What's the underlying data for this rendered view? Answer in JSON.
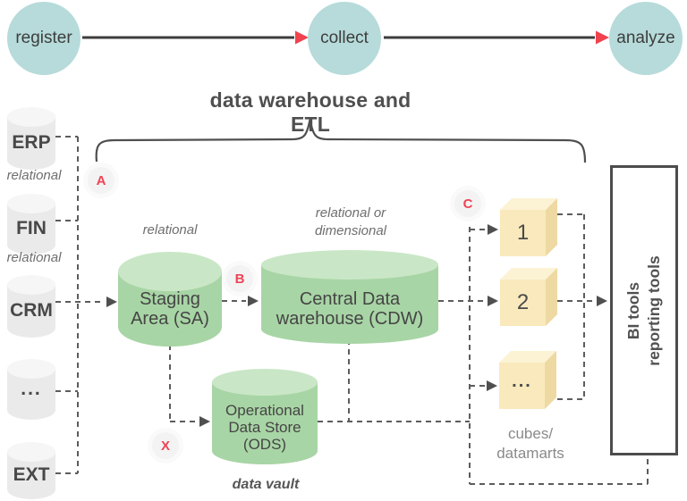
{
  "title": "data warehouse and ETL",
  "flow": {
    "steps": [
      {
        "label": "register"
      },
      {
        "label": "collect"
      },
      {
        "label": "analyze"
      }
    ]
  },
  "sources": {
    "items": [
      {
        "label": "ERP"
      },
      {
        "label": "FIN"
      },
      {
        "label": "CRM"
      },
      {
        "label": "..."
      },
      {
        "label": "EXT"
      }
    ],
    "type_label_1": "relational",
    "type_label_2": "relational"
  },
  "staging": {
    "type_label": "relational",
    "name_line1": "Staging",
    "name_line2": "Area (SA)"
  },
  "cdw": {
    "type_line1": "relational or",
    "type_line2": "dimensional",
    "name_line1": "Central Data",
    "name_line2": "warehouse (CDW)"
  },
  "ods": {
    "name_line1": "Operational",
    "name_line2": "Data Store",
    "name_line3": "(ODS)",
    "caption": "data vault"
  },
  "cubes": {
    "items": [
      {
        "label": "1"
      },
      {
        "label": "2"
      },
      {
        "label": "..."
      }
    ],
    "caption_line1": "cubes/",
    "caption_line2": "datamarts"
  },
  "bi": {
    "line1": "BI tools",
    "line2": "reporting tools"
  },
  "badges": {
    "a": "A",
    "b": "B",
    "c": "C",
    "x": "X"
  },
  "colors": {
    "step_fill": "#b6dbda",
    "green_body": "#a8d5a5",
    "green_top": "#c9e7c6",
    "gray_body": "#eaeaea",
    "gray_top": "#f6f6f6",
    "cube_front": "#f9e9bd",
    "cube_top": "#fcf3d5",
    "cube_side": "#eed9a2",
    "accent_red": "#f0424f",
    "solid_line": "#3d3d3d",
    "dashed_line": "#5c5c5c"
  }
}
